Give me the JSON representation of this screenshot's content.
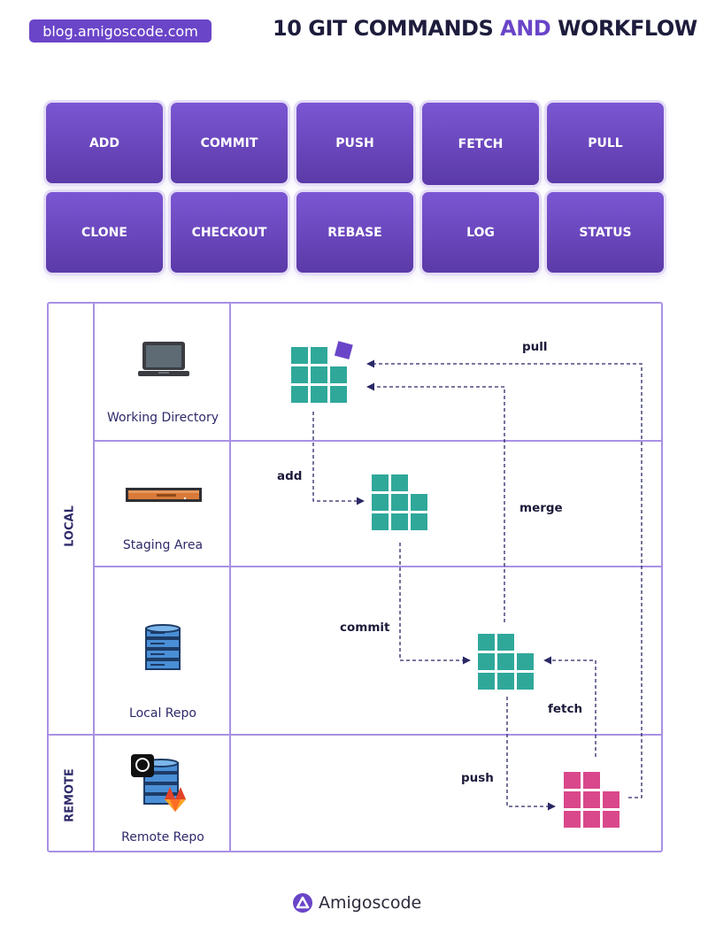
{
  "header": {
    "site_badge": "blog.amigoscode.com",
    "title_pre": "10 GIT COMMANDS ",
    "title_accent": "AND",
    "title_post": " WORKFLOW"
  },
  "commands": [
    "ADD",
    "COMMIT",
    "PUSH",
    "FETCH",
    "PULL",
    "CLONE",
    "CHECKOUT",
    "REBASE",
    "LOG",
    "STATUS"
  ],
  "diagram": {
    "side_labels": {
      "local": "LOCAL",
      "remote": "REMOTE"
    },
    "rows": {
      "working": "Working Directory",
      "staging": "Staging Area",
      "local_repo": "Local Repo",
      "remote_repo": "Remote Repo"
    },
    "flows": {
      "pull": "pull",
      "add": "add",
      "merge": "merge",
      "commit": "commit",
      "fetch": "fetch",
      "push": "push"
    },
    "colors": {
      "teal": "#2fa89a",
      "pink": "#d9488b",
      "purple": "#6a45c8",
      "border": "#a991e4",
      "arrow": "#2a2866"
    }
  },
  "footer": {
    "brand": "Amigoscode"
  }
}
